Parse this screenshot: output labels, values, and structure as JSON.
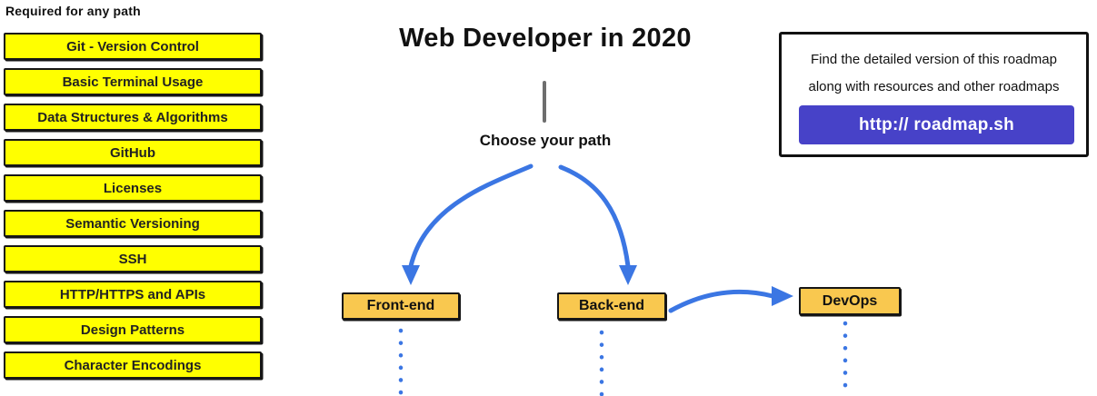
{
  "page": {
    "title": "Web Developer in 2020"
  },
  "required_path": {
    "heading": "Required for any path",
    "items": [
      "Git - Version Control",
      "Basic Terminal Usage",
      "Data Structures & Algorithms",
      "GitHub",
      "Licenses",
      "Semantic Versioning",
      "SSH",
      "HTTP/HTTPS and APIs",
      "Design Patterns",
      "Character Encodings"
    ]
  },
  "center": {
    "choose_label": "Choose your path",
    "nodes": [
      {
        "label": "Front-end"
      },
      {
        "label": "Back-end"
      },
      {
        "label": "DevOps"
      }
    ]
  },
  "info_card": {
    "line1": "Find the detailed version of this roadmap",
    "line2": "along with resources and other roadmaps",
    "button_label": "http:// roadmap.sh"
  },
  "colors": {
    "highlight_yellow": "#FFFF00",
    "node_amber": "#F9C84F",
    "arrow_blue": "#3B76E3",
    "button_purple": "#4742C8",
    "connector_gray": "#6E6E6E"
  }
}
